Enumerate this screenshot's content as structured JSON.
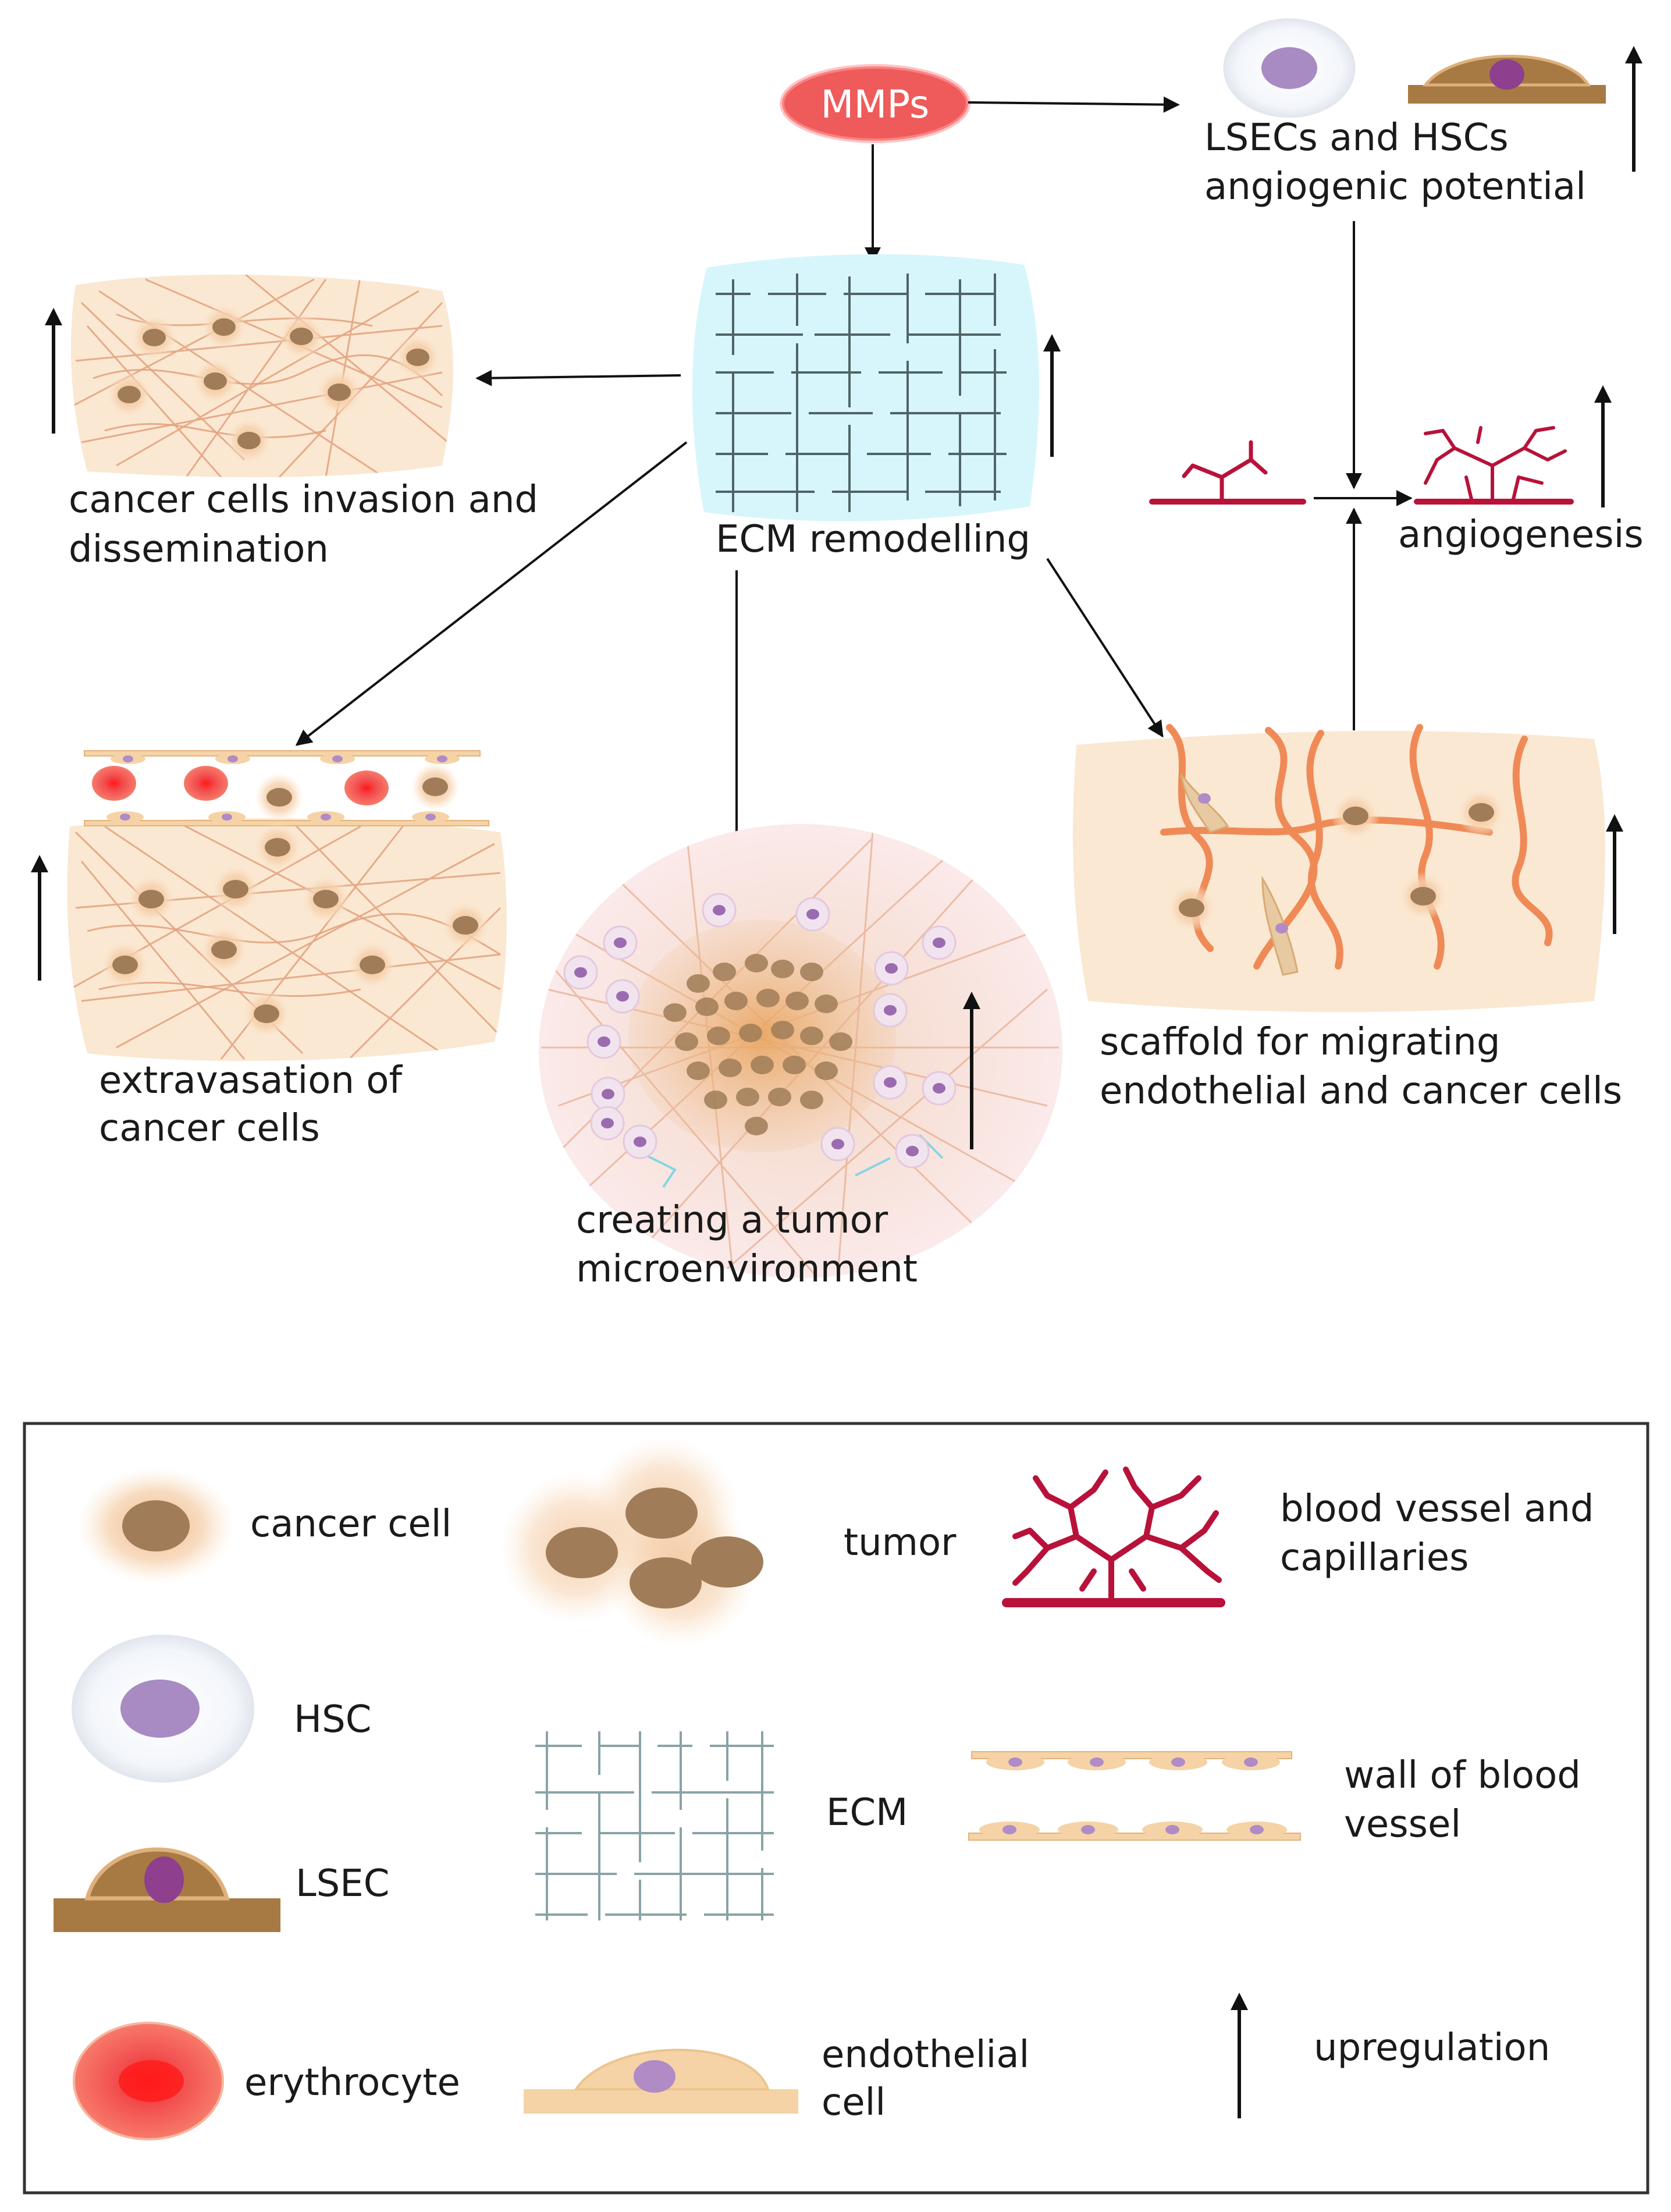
{
  "center": {
    "mmps_label": "MMPs",
    "ecm_label": "ECM remodelling"
  },
  "outcomes": {
    "lsec_hsc_line1": "LSECs and HSCs",
    "lsec_hsc_line2": "angiogenic potential",
    "invasion_line1": "cancer cells invasion and",
    "invasion_line2": "dissemination",
    "angiogenesis": "angiogenesis",
    "extravasation_line1": "extravasation of",
    "extravasation_line2": "cancer cells",
    "tme_line1": "creating a tumor",
    "tme_line2": "microenvironment",
    "scaffold_line1": "scaffold for migrating",
    "scaffold_line2": "endothelial and cancer cells"
  },
  "legend": {
    "cancer_cell": "cancer cell",
    "tumor": "tumor",
    "vessel_line1": "blood vessel and",
    "vessel_line2": "capillaries",
    "hsc": "HSC",
    "ecm": "ECM",
    "wall_line1": "wall of blood",
    "wall_line2": "vessel",
    "lsec": "LSEC",
    "erythrocyte": "erythrocyte",
    "endo_line1": "endothelial",
    "endo_line2": "cell",
    "upregulation": "upregulation"
  },
  "colors": {
    "mmps_fill": "#ef5a5a",
    "ecm_bg": "#d6f6fb",
    "tissue_bg": "#fbe8d2",
    "cancer_nucleus": "#a07d58",
    "hsc_nucleus": "#a88bc2",
    "lsec_body": "#a77a43",
    "lsec_nucleus": "#8e3f8e",
    "erythrocyte": "#f24f4f",
    "vessel": "#b8123a",
    "endothelial": "#f5d3a6",
    "scaffold": "#ef8a57"
  },
  "icons": [
    "up-arrow-icon",
    "ecm-grid-icon",
    "cancer-cell-icon",
    "tumor-icon",
    "hsc-icon",
    "lsec-icon",
    "erythrocyte-icon",
    "endothelial-cell-icon",
    "blood-vessel-icon",
    "vessel-wall-icon"
  ]
}
